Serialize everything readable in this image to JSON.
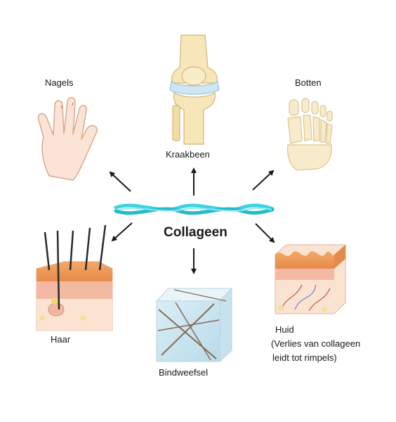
{
  "center": {
    "label": "Collageen"
  },
  "nodes": {
    "nagels": {
      "label": "Nagels"
    },
    "kraakbeen": {
      "label": "Kraakbeen"
    },
    "botten": {
      "label": "Botten"
    },
    "haar": {
      "label": "Haar"
    },
    "bindweefsel": {
      "label": "Bindweefsel"
    },
    "huid": {
      "label": "Huid",
      "note_line1": "(Verlies van collageen",
      "note_line2": "leidt tot rimpels)"
    }
  },
  "colors": {
    "collagen_fiber": "#3fd3e0",
    "skin": "#f7d9c4",
    "bone": "#f6e6b8",
    "cartilage": "#cfe6f2",
    "arrow": "#1a1a1a"
  }
}
